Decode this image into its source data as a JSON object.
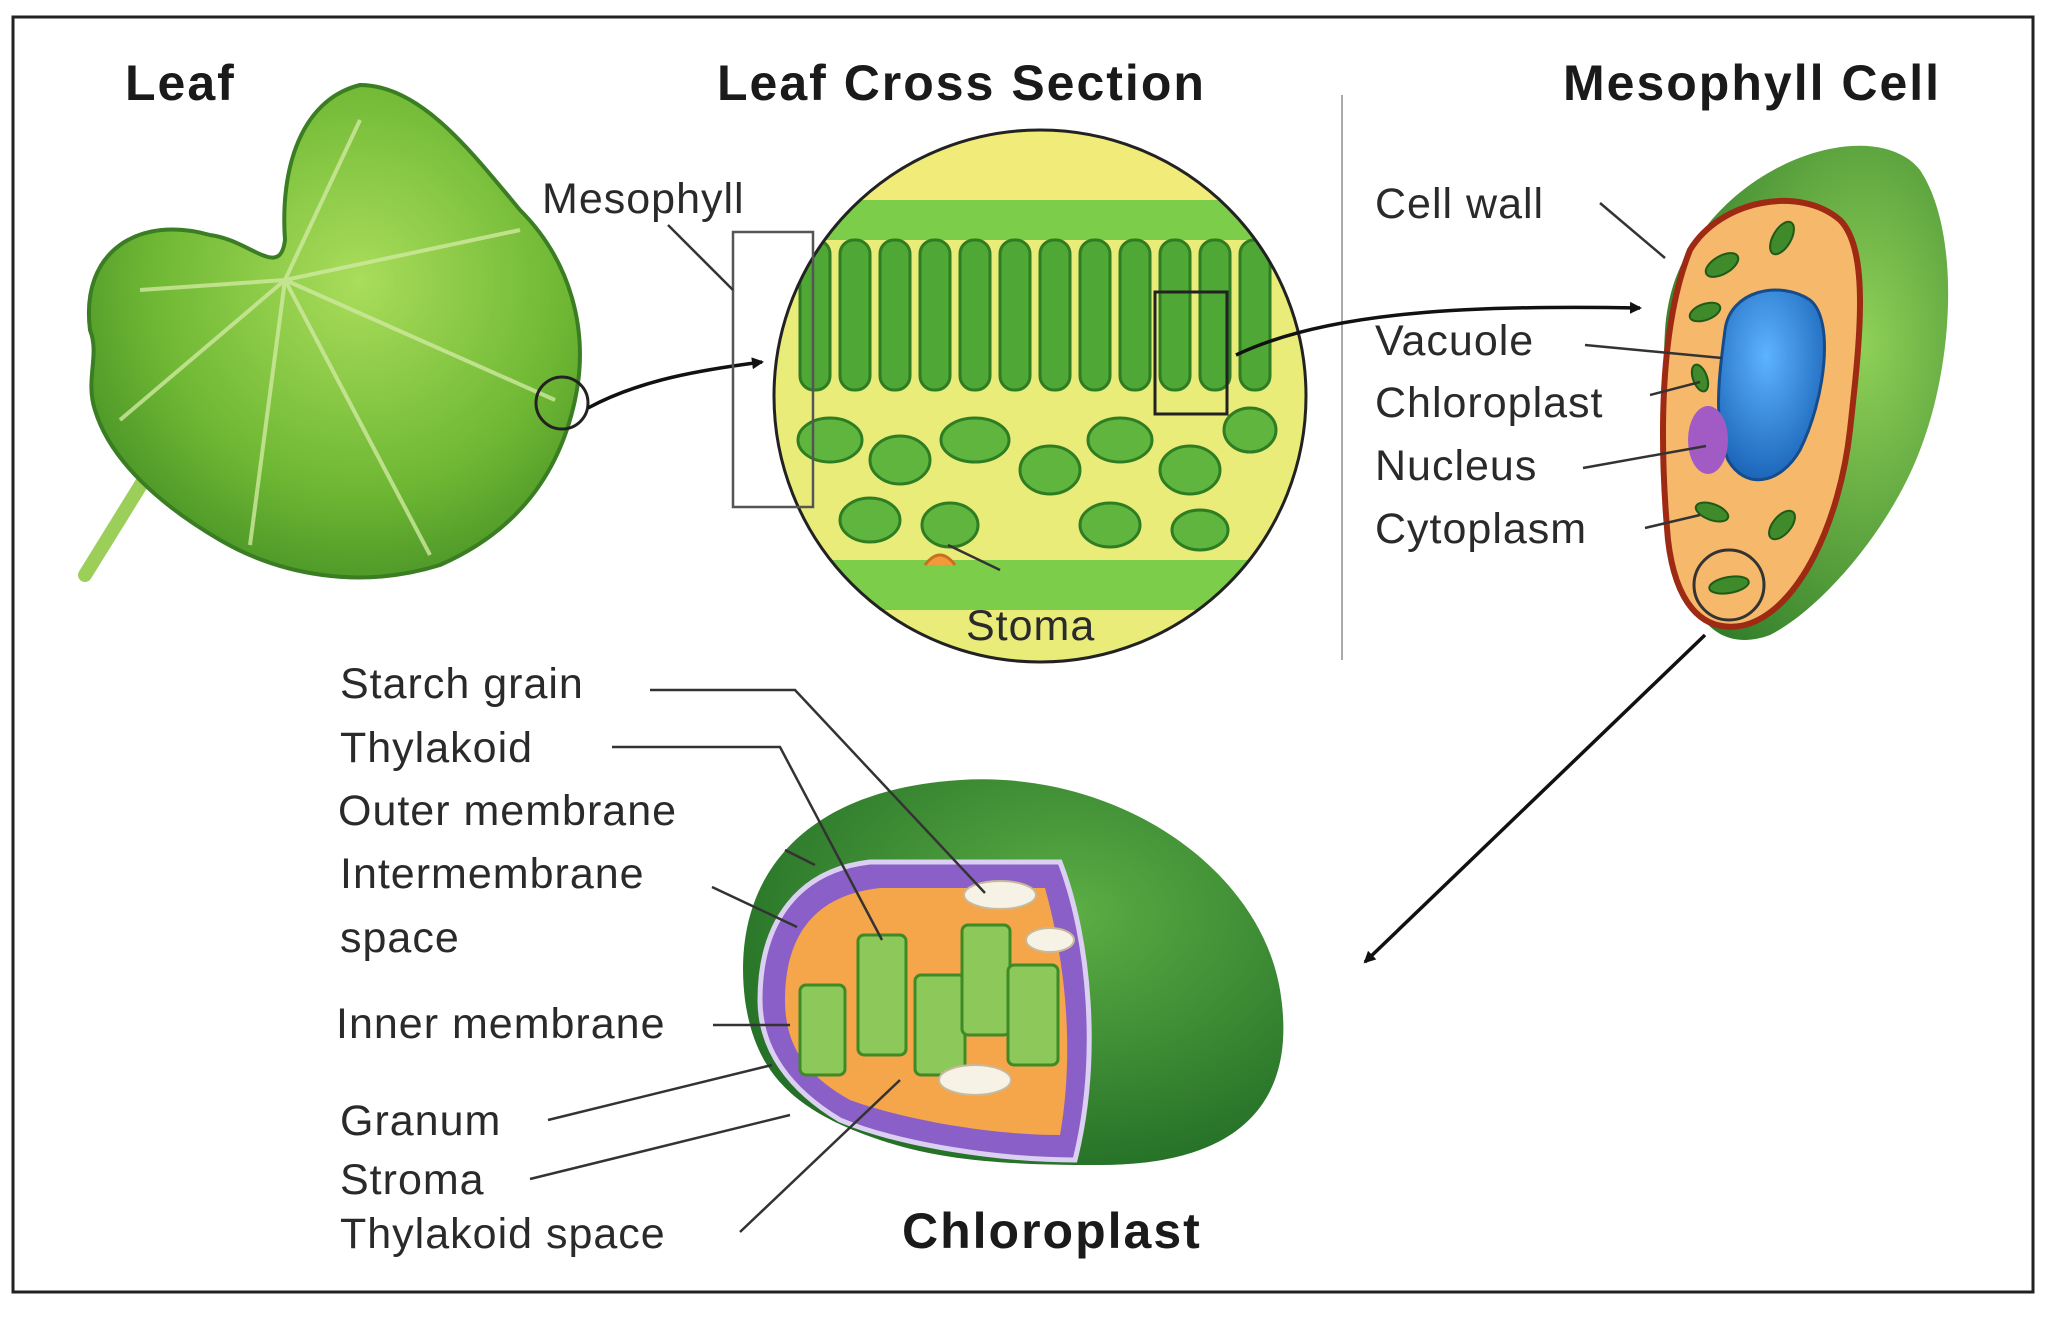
{
  "titles": {
    "leaf": "Leaf",
    "cross_section": "Leaf Cross Section",
    "mesophyll_cell": "Mesophyll Cell",
    "chloroplast": "Chloroplast"
  },
  "labels": {
    "mesophyll": "Mesophyll",
    "stoma": "Stoma",
    "cell_wall": "Cell wall",
    "vacuole": "Vacuole",
    "chloroplast": "Chloroplast",
    "nucleus": "Nucleus",
    "cytoplasm": "Cytoplasm",
    "starch_grain": "Starch grain",
    "thylakoid": "Thylakoid",
    "outer_membrane": "Outer membrane",
    "intermembrane_1": "Intermembrane",
    "intermembrane_2": "space",
    "inner_membrane": "Inner membrane",
    "granum": "Granum",
    "stroma": "Stroma",
    "thylakoid_space": "Thylakoid space"
  },
  "colors": {
    "leaf_green": "#7cc23a",
    "dark_green": "#2f7d2a",
    "palisade_yellow": "#e8ea70",
    "cytoplasm_orange": "#f5b86a",
    "vacuole_blue": "#2f86d6",
    "nucleus_purple": "#a25bc4",
    "membrane_purple": "#8b5fc8"
  }
}
